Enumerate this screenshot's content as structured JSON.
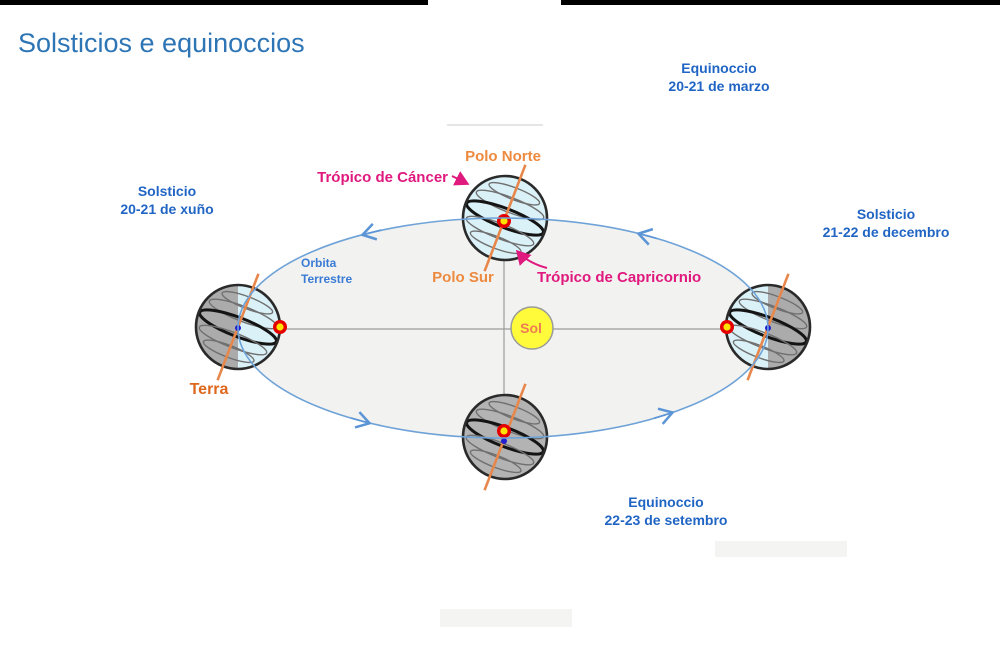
{
  "slide": {
    "title": "Solsticios e equinoccios"
  },
  "colors": {
    "title_blue": "#2E75B6",
    "season_blue": "#2165C4",
    "pole_orange": "#ED8A3F",
    "terra_orange": "#DD671B",
    "tropic_magenta": "#E0197E",
    "orbit_blue": "#6FA3D8",
    "sun_yellow": "#FFFB3B",
    "day_side": "#DAF1F8",
    "night_side": "#ABABAB"
  },
  "seasons": {
    "march": {
      "line1": "Equinoccio",
      "line2": "20-21 de marzo"
    },
    "june": {
      "line1": "Solsticio",
      "line2": "20-21 de xuño"
    },
    "december": {
      "line1": "Solsticio",
      "line2": "21-22 de decembro"
    },
    "september": {
      "line1": "Equinoccio",
      "line2": "22-23 de setembro"
    }
  },
  "labels": {
    "polo_norte": "Polo Norte",
    "polo_sur": "Polo Sur",
    "tropico_cancer": "Trópico de Cáncer",
    "tropico_capricornio": "Trópico de Capricornio",
    "orbita_line1": "Orbita",
    "orbita_line2": "Terrestre",
    "terra": "Terra",
    "sol": "Sol"
  }
}
